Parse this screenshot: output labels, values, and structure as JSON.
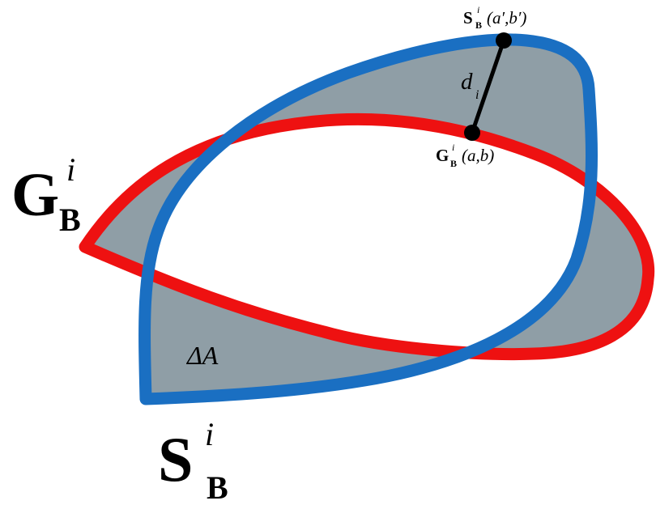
{
  "labels": {
    "g_main": "G",
    "g_main_sup": "i",
    "g_main_sub": "B",
    "s_main": "S",
    "s_main_sup": "i",
    "s_main_sub": "B",
    "point_s_base": "S",
    "point_s_sup": "i",
    "point_s_sub": "B",
    "point_s_args": "(a′,b′)",
    "point_g_base": "G",
    "point_g_sup": "i",
    "point_g_sub": "B",
    "point_g_args": "(a,b)",
    "distance_base": "d",
    "distance_sub": "i",
    "area": "ΔA"
  },
  "colors": {
    "g_curve": "#ee1111",
    "s_curve": "#1a6fc2",
    "difference_fill": "#8f9ea6",
    "marker": "#000000",
    "background": "#ffffff"
  }
}
